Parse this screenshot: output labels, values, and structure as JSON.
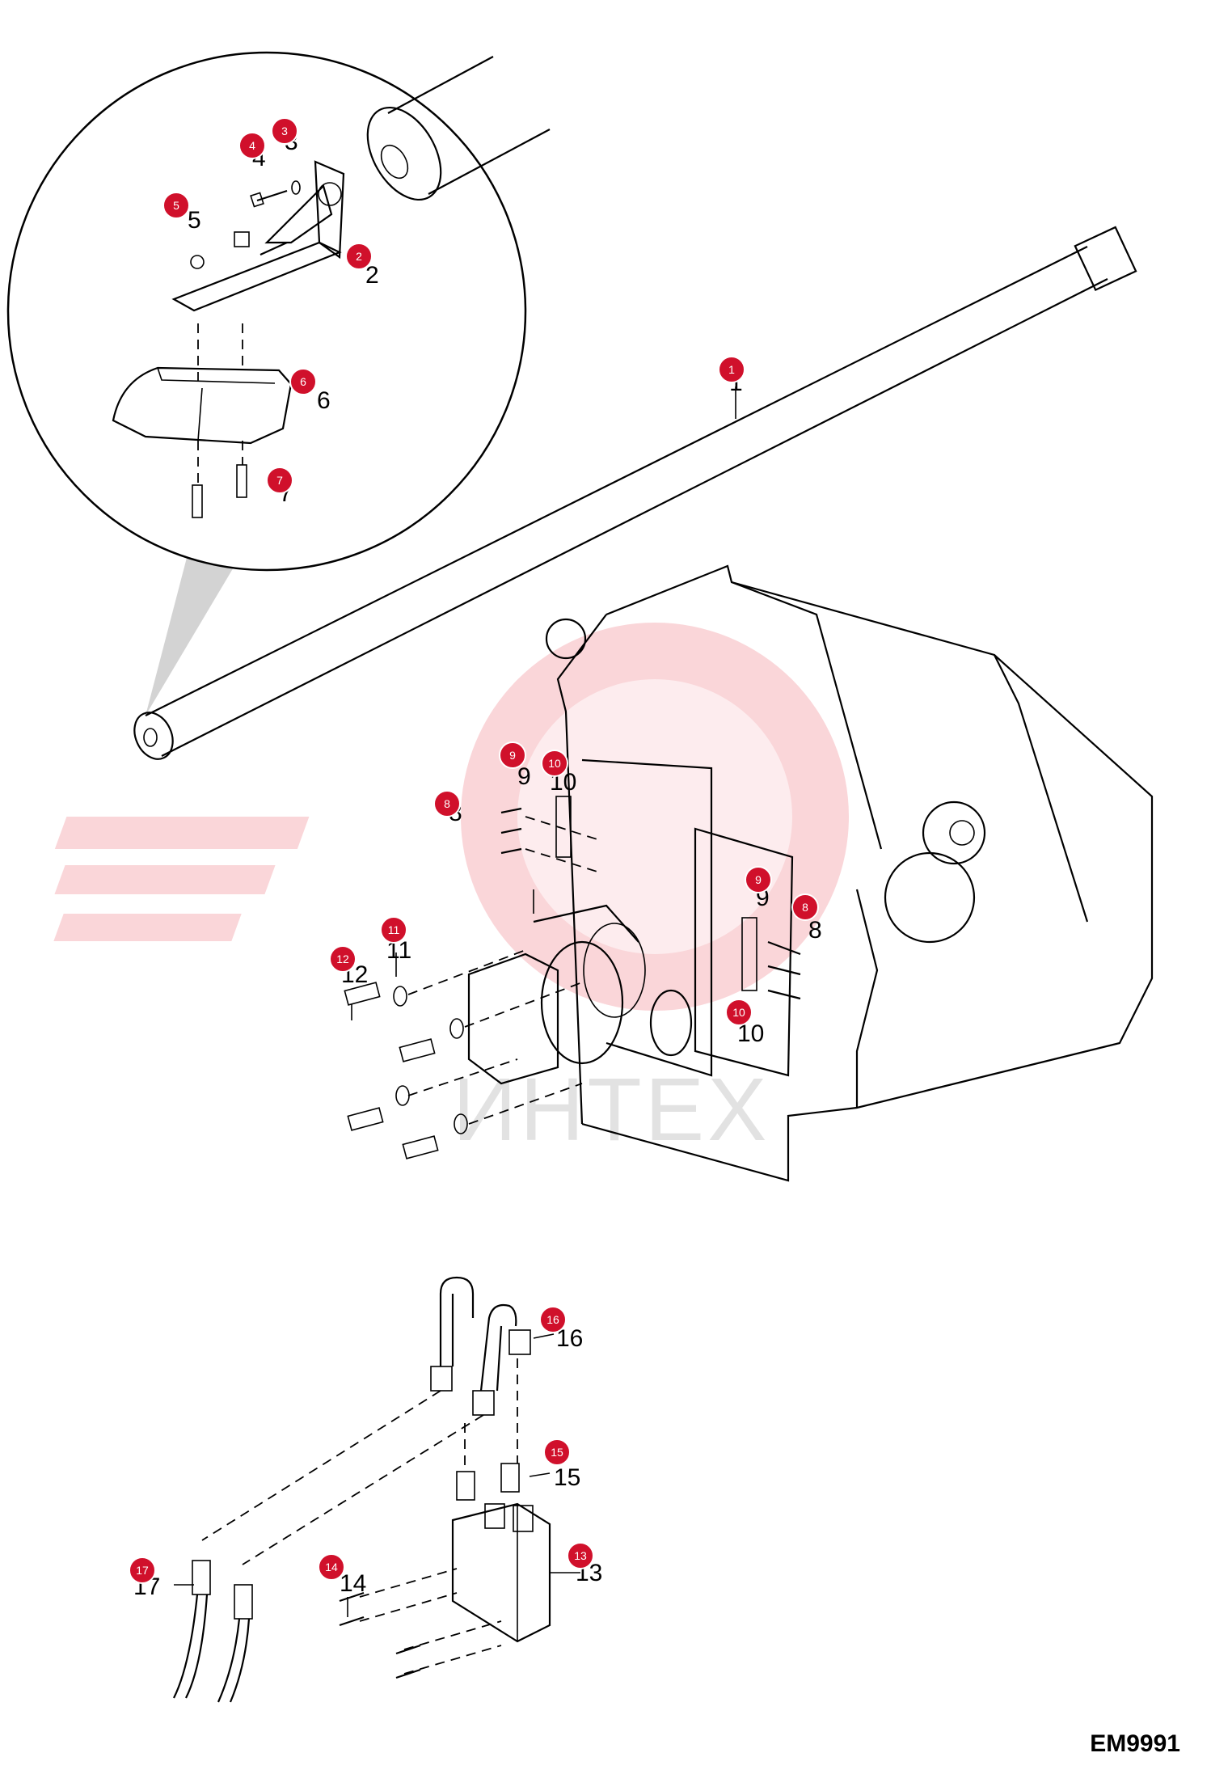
{
  "figure_code": "EM9991",
  "watermark": "ИНТЕХ",
  "callouts": [
    {
      "id": "1",
      "label": "1"
    },
    {
      "id": "2",
      "label": "2"
    },
    {
      "id": "3",
      "label": "3"
    },
    {
      "id": "4",
      "label": "4"
    },
    {
      "id": "5",
      "label": "5"
    },
    {
      "id": "6",
      "label": "6"
    },
    {
      "id": "7",
      "label": "7"
    },
    {
      "id": "8a",
      "label": "8"
    },
    {
      "id": "8b",
      "label": "8"
    },
    {
      "id": "9a",
      "label": "9"
    },
    {
      "id": "9b",
      "label": "9"
    },
    {
      "id": "10a",
      "label": "10"
    },
    {
      "id": "10b",
      "label": "10"
    },
    {
      "id": "11",
      "label": "11"
    },
    {
      "id": "12",
      "label": "12"
    },
    {
      "id": "13",
      "label": "13"
    },
    {
      "id": "14",
      "label": "14"
    },
    {
      "id": "15",
      "label": "15"
    },
    {
      "id": "16",
      "label": "16"
    },
    {
      "id": "17",
      "label": "17"
    }
  ],
  "part_numbers": [
    "1",
    "2",
    "3",
    "4",
    "5",
    "6",
    "7",
    "8",
    "8",
    "9",
    "9",
    "10",
    "10",
    "11",
    "12",
    "13",
    "14",
    "15",
    "16",
    "17"
  ],
  "colors": {
    "callout": "#d0102b",
    "watermark": "#e94350"
  }
}
